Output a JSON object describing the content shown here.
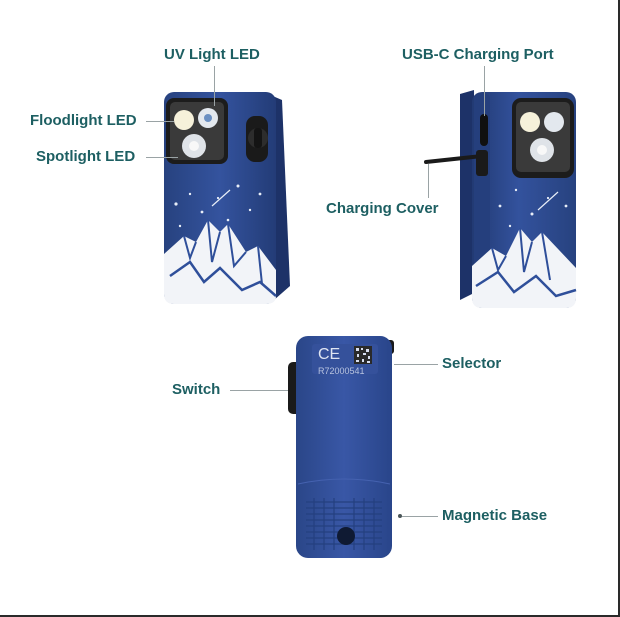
{
  "callouts": {
    "uv_light_led": "UV Light LED",
    "usb_c_charging_port": "USB-C Charging Port",
    "floodlight_led": "Floodlight LED",
    "spotlight_led": "Spotlight LED",
    "charging_cover": "Charging Cover",
    "selector": "Selector",
    "switch": "Switch",
    "magnetic_base": "Magnetic Base"
  },
  "device_markings": {
    "certification": "CE",
    "serial": "R72000541"
  },
  "colors": {
    "label_text": "#1d5f62",
    "body_blue": "#2f4f9a",
    "body_dark": "#1f3872",
    "bezel": "#1c1c1c",
    "mountain_snow": "#f2f4f8"
  }
}
